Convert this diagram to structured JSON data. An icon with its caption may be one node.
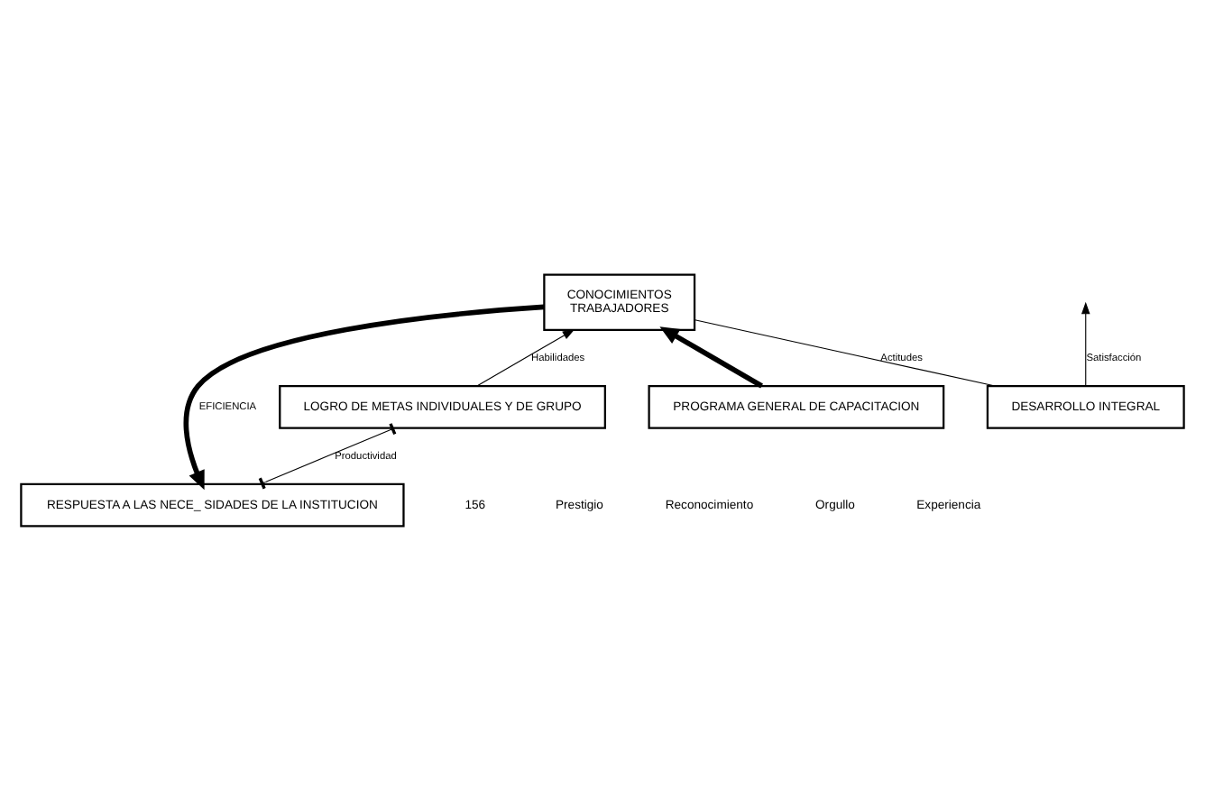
{
  "diagram": {
    "nodes": [
      {
        "text": [
          "RESPUESTA A LAS NECE_ SIDADES DE LA INSTITUCION"
        ]
      },
      {
        "text": [
          "DESARROLLO INTEGRAL"
        ]
      },
      {
        "text": [
          "LOGRO DE METAS INDIVIDUALES Y DE GRUPO"
        ]
      },
      {
        "text": [
          "CONOCIMIENTOS",
          "TRABAJADORES"
        ]
      },
      {
        "text": [
          "PROGRAMA GENERAL DE CAPACITACION"
        ]
      }
    ],
    "edges": [
      {
        "from": 3,
        "to": 0,
        "arrow": "to",
        "label": "EFICIENCIA",
        "style": "thick"
      },
      {
        "from": 4,
        "to": 3,
        "arrow": "to",
        "style": "thick"
      },
      {
        "from": 1,
        "to": null,
        "arrow": "to",
        "label": "Satisfacción"
      },
      {
        "from": 0,
        "to": 2,
        "arrow": "other",
        "label": "Productividad"
      },
      {
        "from": 2,
        "to": 3,
        "arrow": "to",
        "label": "Habilidades"
      },
      {
        "from": 3,
        "to": 1,
        "arrow": "none",
        "label": "Actitudes"
      }
    ],
    "labels": [
      "156",
      "Prestigio",
      "Reconocimiento",
      "Orgullo",
      "Experiencia"
    ]
  }
}
